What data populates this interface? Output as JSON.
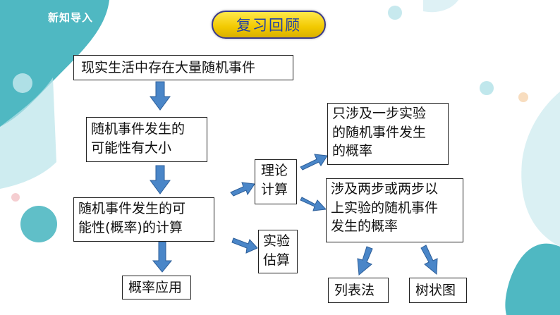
{
  "header": {
    "tag": "新知导入"
  },
  "title": "复习回顾",
  "nodes": {
    "n1": "现实生活中存在大量随机事件",
    "n2a": "随机事件发生的",
    "n2b": "可能性有大小",
    "n3a": "随机事件发生的可",
    "n3b": "能性(概率)的计算",
    "n4": "概率应用",
    "theory_a": "理论",
    "theory_b": "计算",
    "exp_a": "实验",
    "exp_b": "估算",
    "one_step_a": "只涉及一步实验",
    "one_step_b": "的随机事件发生",
    "one_step_c": "的概率",
    "two_step_a": "涉及两步或两步以",
    "two_step_b": "上实验的随机事件",
    "two_step_c": "发生的概率",
    "list_method": "列表法",
    "tree_method": "树状图"
  },
  "colors": {
    "accent_teal": "#4fb8c2",
    "arrow_blue": "#4a86c8",
    "title_text": "#1f3fa8",
    "pill_yellow": "#f2c900"
  }
}
